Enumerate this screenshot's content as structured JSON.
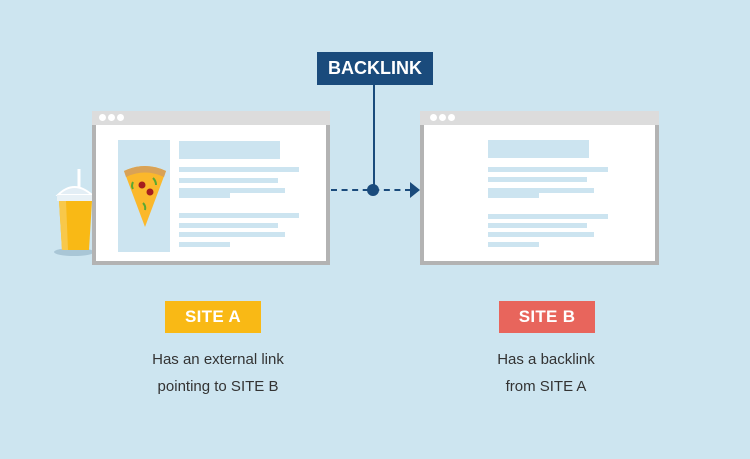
{
  "backlink_label": "BACKLINK",
  "site_a": {
    "badge": "SITE A",
    "badge_color": "#f9b915",
    "caption_line1": "Has an external link",
    "caption_line2": "pointing to SITE B"
  },
  "site_b": {
    "badge": "SITE B",
    "badge_color": "#e8655c",
    "caption_line1": "Has a backlink",
    "caption_line2": "from SITE A"
  },
  "colors": {
    "background": "#cde5f0",
    "navy": "#1a4b7c",
    "browser_frame": "#b3b3b3",
    "placeholder": "#cce4f0"
  },
  "icons": [
    "pizza-slice-icon",
    "juice-cup-icon",
    "browser-dots-icon",
    "arrow-right-icon"
  ]
}
